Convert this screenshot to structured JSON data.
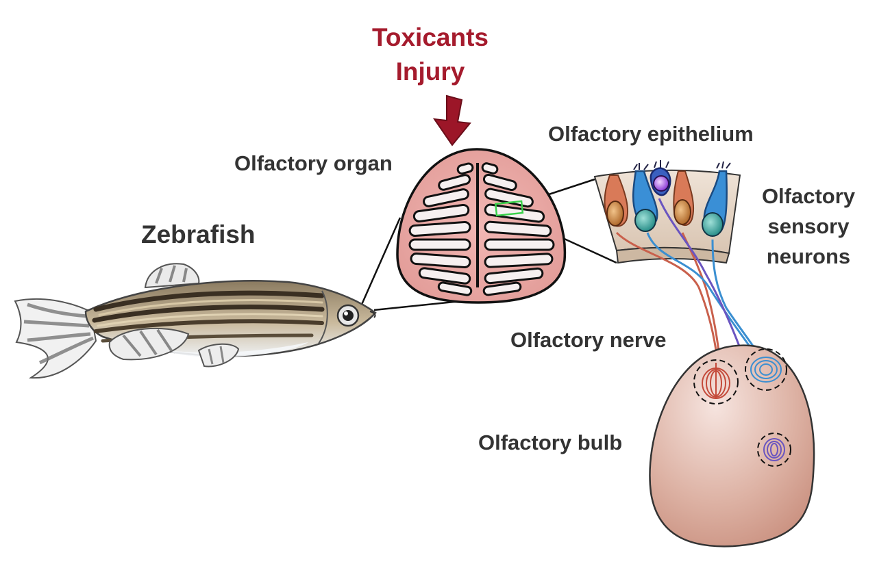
{
  "labels": {
    "toxicants": "Toxicants",
    "injury": "Injury",
    "zebrafish": "Zebrafish",
    "olfactory_organ": "Olfactory organ",
    "olfactory_epithelium": "Olfactory epithelium",
    "olfactory_sensory_line1": "Olfactory",
    "olfactory_sensory_line2": "sensory",
    "olfactory_sensory_line3": "neurons",
    "olfactory_nerve": "Olfactory nerve",
    "olfactory_bulb": "Olfactory bulb"
  },
  "colors": {
    "label_text": "#333333",
    "warning_red": "#a51b2d",
    "organ_pink": "#e8a8a6",
    "neuron_blue": "#3b8fd1",
    "neuron_orange": "#c9753d",
    "neuron_purple": "#8a55d6",
    "bulb_tan": "#d8a89a"
  }
}
